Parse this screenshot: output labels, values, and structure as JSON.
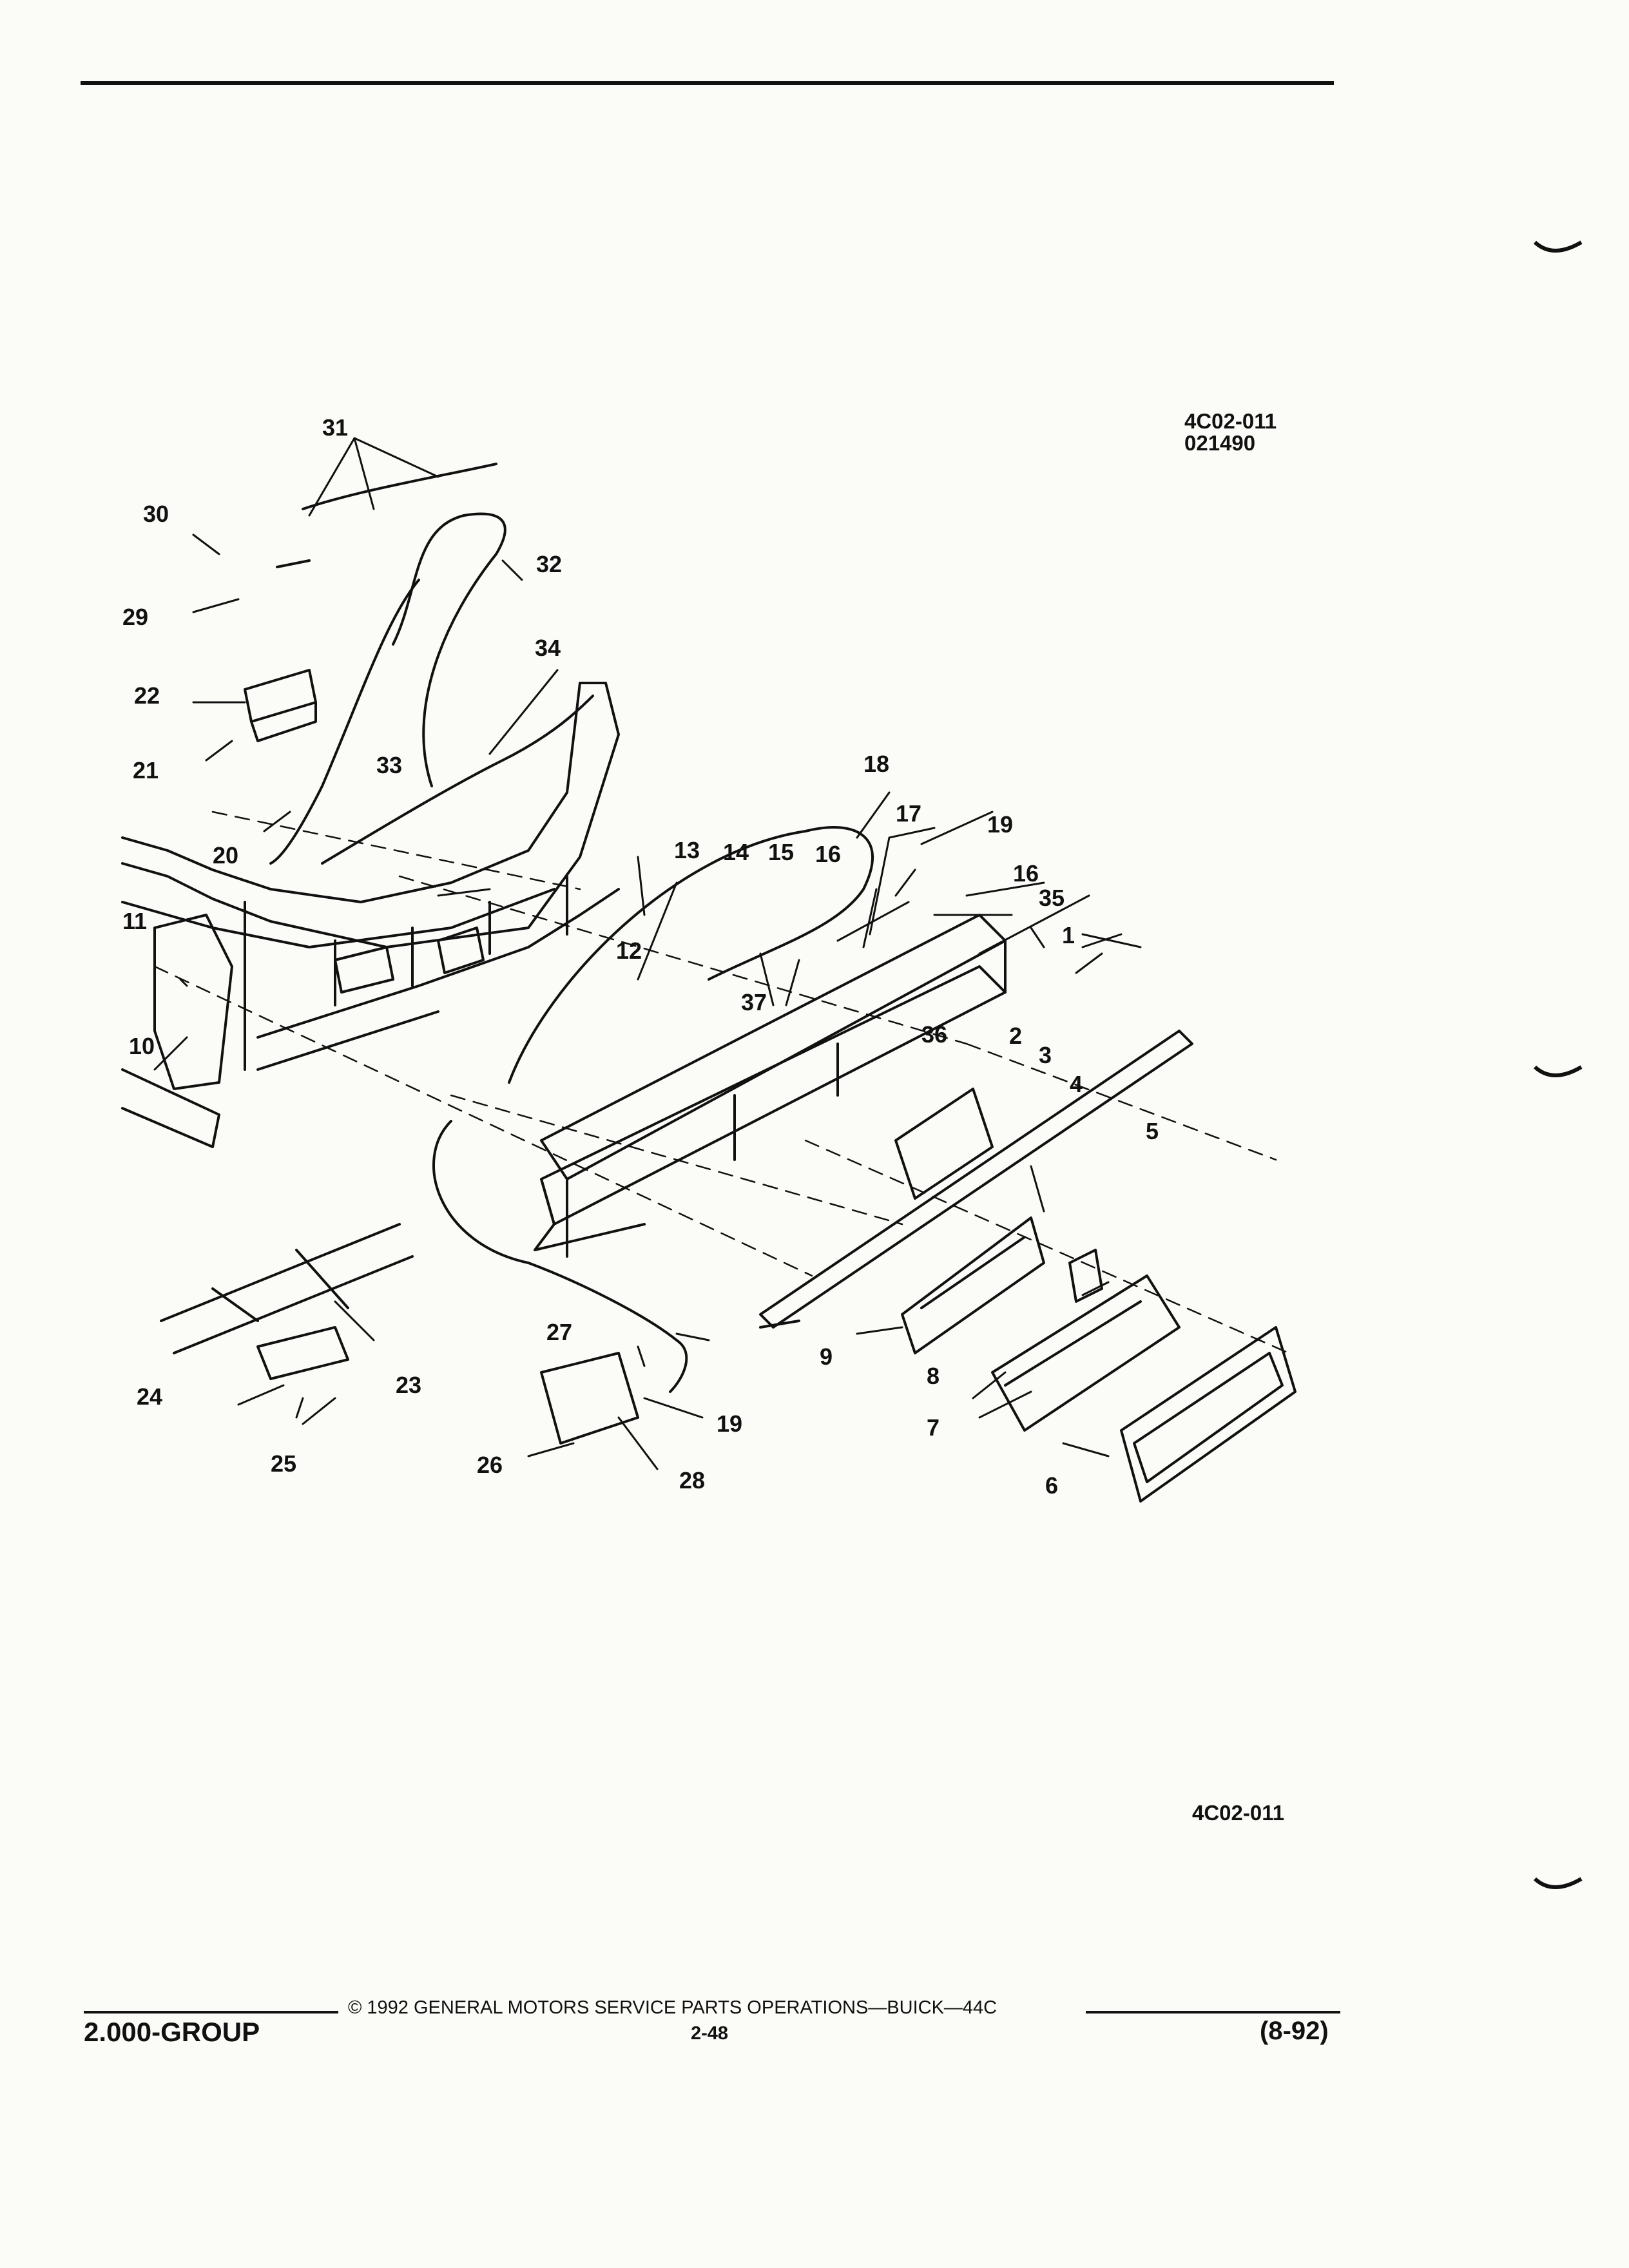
{
  "header": {
    "ref_code": "4C02-011",
    "ref_date": "021490"
  },
  "diagram": {
    "callouts": [
      {
        "id": "c31",
        "text": "31"
      },
      {
        "id": "c30",
        "text": "30"
      },
      {
        "id": "c32",
        "text": "32"
      },
      {
        "id": "c29",
        "text": "29"
      },
      {
        "id": "c34",
        "text": "34"
      },
      {
        "id": "c22",
        "text": "22"
      },
      {
        "id": "c21",
        "text": "21"
      },
      {
        "id": "c33",
        "text": "33"
      },
      {
        "id": "c18",
        "text": "18"
      },
      {
        "id": "c20",
        "text": "20"
      },
      {
        "id": "c17",
        "text": "17"
      },
      {
        "id": "c19a",
        "text": "19"
      },
      {
        "id": "c13",
        "text": "13"
      },
      {
        "id": "c14",
        "text": "14"
      },
      {
        "id": "c15",
        "text": "15"
      },
      {
        "id": "c16a",
        "text": "16"
      },
      {
        "id": "c16b",
        "text": "16"
      },
      {
        "id": "c35",
        "text": "35"
      },
      {
        "id": "c11",
        "text": "11"
      },
      {
        "id": "c12",
        "text": "12"
      },
      {
        "id": "c1",
        "text": "1"
      },
      {
        "id": "c37",
        "text": "37"
      },
      {
        "id": "c10",
        "text": "10"
      },
      {
        "id": "c36",
        "text": "36"
      },
      {
        "id": "c2",
        "text": "2"
      },
      {
        "id": "c3",
        "text": "3"
      },
      {
        "id": "c4",
        "text": "4"
      },
      {
        "id": "c5",
        "text": "5"
      },
      {
        "id": "c9",
        "text": "9"
      },
      {
        "id": "c8",
        "text": "8"
      },
      {
        "id": "c27",
        "text": "27"
      },
      {
        "id": "c23",
        "text": "23"
      },
      {
        "id": "c24",
        "text": "24"
      },
      {
        "id": "c19b",
        "text": "19"
      },
      {
        "id": "c7",
        "text": "7"
      },
      {
        "id": "c26",
        "text": "26"
      },
      {
        "id": "c25",
        "text": "25"
      },
      {
        "id": "c28",
        "text": "28"
      },
      {
        "id": "c6",
        "text": "6"
      }
    ]
  },
  "figure_code": "4C02-011",
  "footer": {
    "copyright": "© 1992 GENERAL MOTORS SERVICE PARTS OPERATIONS—BUICK—44C",
    "page": "2-48",
    "group": "2.000-GROUP",
    "date": "(8-92)"
  }
}
